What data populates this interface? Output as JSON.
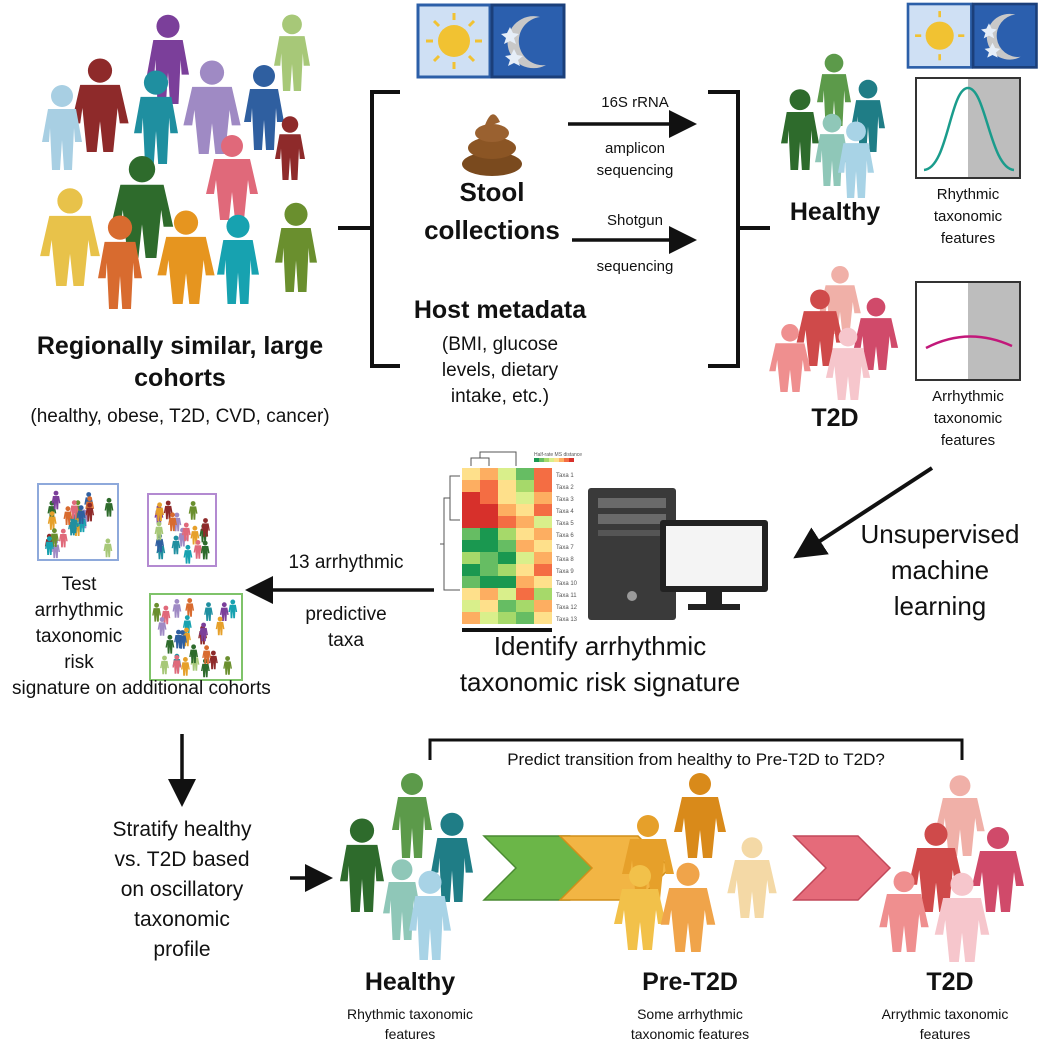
{
  "cohorts": {
    "title_line1": "Regionally similar, large",
    "title_line2": "cohorts",
    "subtitle": "(healthy, obese, T2D, CVD, cancer)"
  },
  "collection": {
    "stool_line1": "Stool",
    "stool_line2": "collections",
    "host_title": "Host metadata",
    "host_line1": "(BMI, glucose",
    "host_line2": "levels, dietary",
    "host_line3": "intake, etc.)"
  },
  "sequencing": {
    "rrna": "16S rRNA",
    "amplicon_line1": "amplicon",
    "amplicon_line2": "sequencing",
    "shotgun": "Shotgun",
    "shotgun_seq": "sequencing"
  },
  "groups": {
    "healthy": "Healthy",
    "t2d": "T2D",
    "rhythmic_line1": "Rhythmic",
    "rhythmic_line2": "taxonomic",
    "rhythmic_line3": "features",
    "arrhythmic_line1": "Arrhythmic",
    "arrhythmic_line2": "taxonomic",
    "arrhythmic_line3": "features"
  },
  "ml": {
    "line1": "Unsupervised",
    "line2": "machine",
    "line3": "learning"
  },
  "signature": {
    "line1": "Identify arrhythmic",
    "line2": "taxonomic risk signature",
    "arrow_line1": "13 arrhythmic",
    "arrow_line2": "predictive",
    "arrow_line3": "taxa",
    "heatmap_title": "Half-rate MS distance",
    "heatmap_rows": [
      "Taxa 1",
      "Taxa 2",
      "Taxa 3",
      "Taxa 4",
      "Taxa 5",
      "Taxa 6",
      "Taxa 7",
      "Taxa 8",
      "Taxa 9",
      "Taxa 10",
      "Taxa 11",
      "Taxa 12",
      "Taxa 13"
    ]
  },
  "test": {
    "line1": "Test",
    "line2": "arrhythmic",
    "line3": "taxonomic",
    "line4": "risk",
    "line5": "signature on  additional cohorts"
  },
  "stratify": {
    "line1": "Stratify healthy",
    "line2": "vs. T2D based",
    "line3": "on oscillatory",
    "line4": "taxonomic",
    "line5": "profile"
  },
  "transition": {
    "question": "Predict transition from healthy to Pre-T2D to T2D?",
    "healthy": "Healthy",
    "healthy_sub1": "Rhythmic taxonomic",
    "healthy_sub2": "features",
    "pre": "Pre-T2D",
    "pre_sub1": "Some arrhythmic",
    "pre_sub2": "taxonomic features",
    "t2d": "T2D",
    "t2d_sub1": "Arrythmic taxonomic",
    "t2d_sub2": "features"
  },
  "colors": {
    "healthy_greens": [
      "#2e6b2c",
      "#5c9a4a",
      "#1f7d86",
      "#8fc1d6",
      "#6bb48c"
    ],
    "pre_oranges": [
      "#e6a02a",
      "#f2c14a",
      "#d98a1a",
      "#f4d9a6"
    ],
    "t2d_reds": [
      "#d9534f",
      "#c2185b",
      "#ef8f8f",
      "#f4b6c2",
      "#f8cfd6"
    ],
    "rhythm_line": "#1a9c8c",
    "arrhythm_line": "#c2187a"
  }
}
